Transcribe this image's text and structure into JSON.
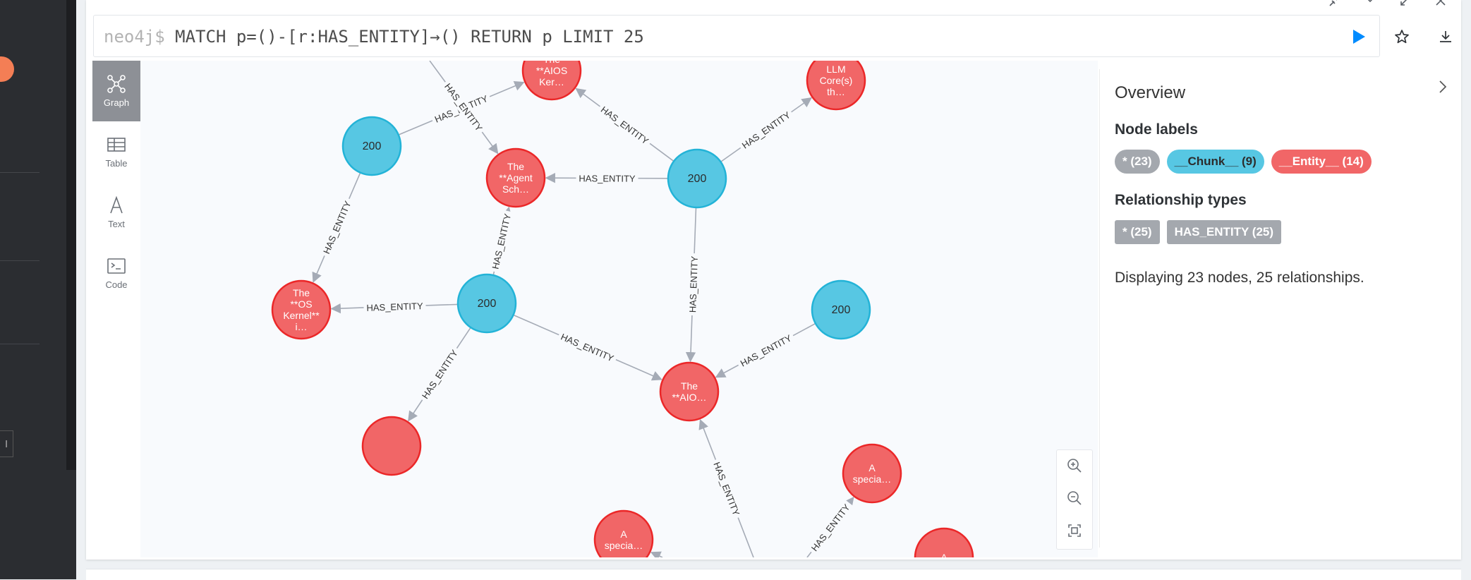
{
  "query": {
    "prompt": "neo4j$",
    "text": "MATCH p=()-[r:HAS_ENTITY]→() RETURN p LIMIT 25"
  },
  "view_tabs": [
    {
      "label": "Graph",
      "icon": "graph-icon",
      "active": true
    },
    {
      "label": "Table",
      "icon": "table-icon",
      "active": false
    },
    {
      "label": "Text",
      "icon": "text-icon",
      "active": false
    },
    {
      "label": "Code",
      "icon": "code-icon",
      "active": false
    }
  ],
  "overview": {
    "title": "Overview",
    "node_labels_heading": "Node labels",
    "node_labels": [
      "* (23)",
      "__Chunk__ (9)",
      "__Entity__ (14)"
    ],
    "rel_types_heading": "Relationship types",
    "rel_types": [
      "* (25)",
      "HAS_ENTITY (25)"
    ],
    "summary": "Displaying 23 nodes, 25 relationships."
  },
  "colors": {
    "chunk": "#57c7e3",
    "chunk_border": "#23b3d7",
    "entity": "#f16667",
    "entity_border": "#eb2728",
    "edge": "#a5abb6",
    "run": "#018bff"
  },
  "graph": {
    "nodes": [
      {
        "id": "n1",
        "type": "entity",
        "lines": [
          "The",
          "**AIOS",
          "Ker…"
        ]
      },
      {
        "id": "n2",
        "type": "entity",
        "lines": [
          "LLM",
          "Core(s)",
          "th…"
        ]
      },
      {
        "id": "n3",
        "type": "chunk",
        "lines": [
          "200"
        ]
      },
      {
        "id": "n4",
        "type": "entity",
        "lines": [
          "The",
          "**Agent",
          "Sch…"
        ]
      },
      {
        "id": "n5",
        "type": "chunk",
        "lines": [
          "200"
        ]
      },
      {
        "id": "n6",
        "type": "entity",
        "lines": [
          "The",
          "**OS",
          "Kernel**",
          "i…"
        ]
      },
      {
        "id": "n7",
        "type": "chunk",
        "lines": [
          "200"
        ]
      },
      {
        "id": "n8",
        "type": "chunk",
        "lines": [
          "200"
        ]
      },
      {
        "id": "n9",
        "type": "entity",
        "lines": [
          "The",
          "**AIO…"
        ]
      },
      {
        "id": "n10",
        "type": "entity",
        "lines": []
      },
      {
        "id": "n11",
        "type": "entity",
        "lines": [
          "A",
          "specia…"
        ]
      },
      {
        "id": "n12",
        "type": "entity",
        "lines": [
          "A",
          "specia…"
        ]
      },
      {
        "id": "n13",
        "type": "entity",
        "lines": [
          "A"
        ]
      }
    ],
    "edges": [
      {
        "from": "n3",
        "to": "n1",
        "label": "HAS_ENTITY"
      },
      {
        "from": "offA",
        "to": "n4",
        "label": "HAS_ENTITY"
      },
      {
        "from": "n5",
        "to": "n1",
        "label": "HAS_ENTITY"
      },
      {
        "from": "n5",
        "to": "n2",
        "label": "HAS_ENTITY"
      },
      {
        "from": "n5",
        "to": "n4",
        "label": "HAS_ENTITY"
      },
      {
        "from": "n3",
        "to": "n6",
        "label": "HAS_ENTITY"
      },
      {
        "from": "n7",
        "to": "n4",
        "label": "HAS_ENTITY"
      },
      {
        "from": "n7",
        "to": "n6",
        "label": "HAS_ENTITY"
      },
      {
        "from": "n5",
        "to": "n9",
        "label": "HAS_ENTITY"
      },
      {
        "from": "n8",
        "to": "n9",
        "label": "HAS_ENTITY"
      },
      {
        "from": "n7",
        "to": "n9",
        "label": "HAS_ENTITY"
      },
      {
        "from": "n7",
        "to": "n10",
        "label": "HAS_ENTITY"
      },
      {
        "from": "offB",
        "to": "n9",
        "label": "HAS_ENTITY"
      },
      {
        "from": "offC",
        "to": "n11",
        "label": "HAS_ENTITY"
      },
      {
        "from": "offD",
        "to": "n12",
        "label": ""
      }
    ]
  }
}
